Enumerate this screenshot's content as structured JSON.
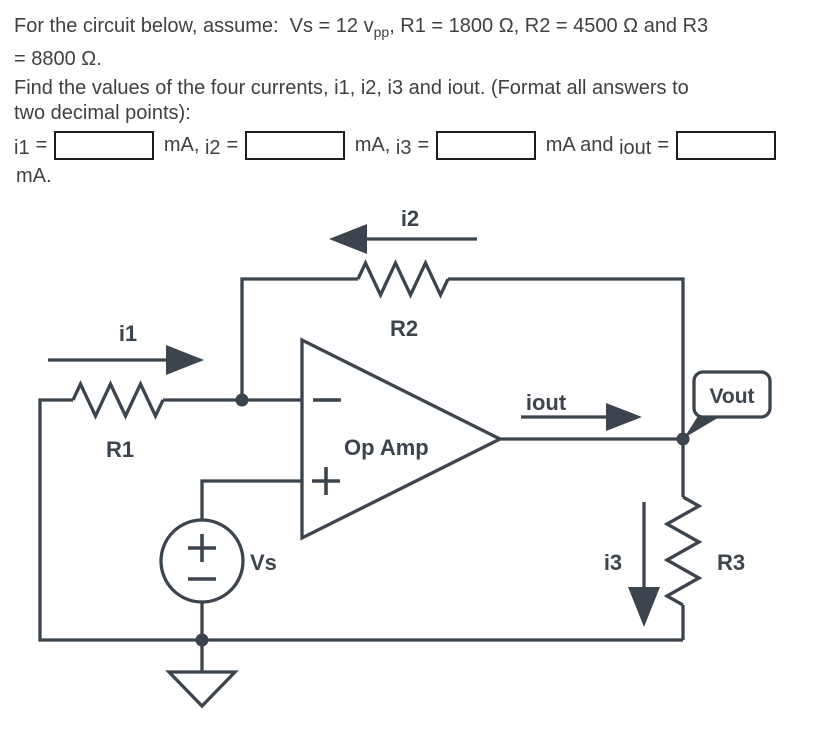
{
  "question": {
    "line1": {
      "pre": "For the circuit below, assume:  Vs = 12 v",
      "sub": "pp",
      "post": ", R1 = 1800 Ω, R2 = 4500 Ω and R3"
    },
    "line2": "= 8800 Ω.",
    "line3": "Find the values of the four currents, i1, i2, i3 and iout. (Format all answers to",
    "line4": "two decimal points):",
    "answer_row": {
      "f1": {
        "var": "i1",
        "eq": "=",
        "after": " mA, "
      },
      "f2": {
        "var": "i2",
        "eq": "=",
        "after": " mA, "
      },
      "f3": {
        "var": "i3",
        "eq": "=",
        "after": " mA and "
      },
      "f4": {
        "var": "iout",
        "eq": "=",
        "after": ""
      },
      "trailing": "mA."
    }
  },
  "inputs": {
    "i1": {
      "value": "",
      "unit": "mA"
    },
    "i2": {
      "value": "",
      "unit": "mA"
    },
    "i3": {
      "value": "",
      "unit": "mA"
    },
    "iout": {
      "value": "",
      "unit": "mA"
    }
  },
  "circuit": {
    "labels": {
      "i1": "i1",
      "r1": "R1",
      "i2": "i2",
      "r2": "R2",
      "op_amp": "Op Amp",
      "vs": "Vs",
      "iout": "iout",
      "vout": "Vout",
      "i3": "i3",
      "r3": "R3"
    },
    "symbols": {
      "op_amp_inverting_icon": "−",
      "op_amp_noninverting_icon": "+",
      "source_plus_icon": "+",
      "source_minus_icon": "−",
      "ground_icon": "ground"
    },
    "values": {
      "vs": "12 vpp",
      "r1_ohms": "1800",
      "r2_ohms": "4500",
      "r3_ohms": "8800"
    },
    "colors": {
      "stroke": "#3c444e",
      "text": "#3e4144",
      "background": "#ffffff"
    }
  }
}
